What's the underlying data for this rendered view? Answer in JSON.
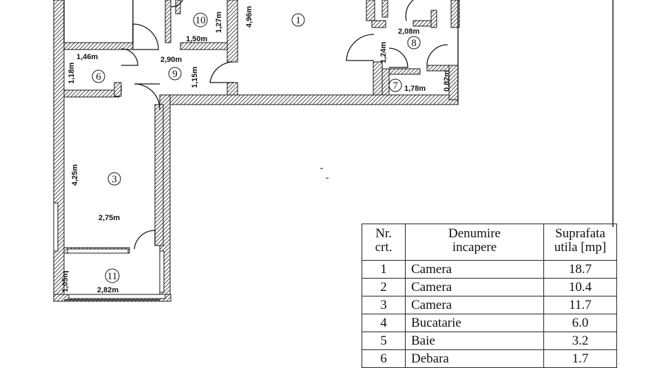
{
  "rooms": [
    {
      "id": "1",
      "label": "1"
    },
    {
      "id": "3",
      "label": "3"
    },
    {
      "id": "6",
      "label": "6"
    },
    {
      "id": "7",
      "label": "7"
    },
    {
      "id": "8",
      "label": "8"
    },
    {
      "id": "9",
      "label": "9"
    },
    {
      "id": "10",
      "label": "10"
    },
    {
      "id": "11",
      "label": "11"
    }
  ],
  "dimensions": {
    "d_496": "4,96m",
    "d_127": "1,27m",
    "d_150": "1,50m",
    "d_290": "2,90m",
    "d_115": "1,15m",
    "d_146": "1,46m",
    "d_118": "1,18m",
    "d_425": "4,25m",
    "d_275": "2,75m",
    "d_105": "1,05m",
    "d_282": "2,82m",
    "d_208": "2,08m",
    "d_124": "1,24m",
    "d_178": "1,78m",
    "d_082": "0,82m"
  },
  "table": {
    "headers": {
      "nr_line1": "Nr.",
      "nr_line2": "crt.",
      "name_line1": "Denumire",
      "name_line2": "incapere",
      "area_line1": "Suprafata",
      "area_line2": "utila [mp]"
    },
    "rows": [
      {
        "nr": "1",
        "name": "Camera",
        "area": "18.7"
      },
      {
        "nr": "2",
        "name": "Camera",
        "area": "10.4"
      },
      {
        "nr": "3",
        "name": "Camera",
        "area": "11.7"
      },
      {
        "nr": "4",
        "name": "Bucatarie",
        "area": "6.0"
      },
      {
        "nr": "5",
        "name": "Baie",
        "area": "3.2"
      },
      {
        "nr": "6",
        "name": "Debara",
        "area": "1.7"
      }
    ]
  }
}
